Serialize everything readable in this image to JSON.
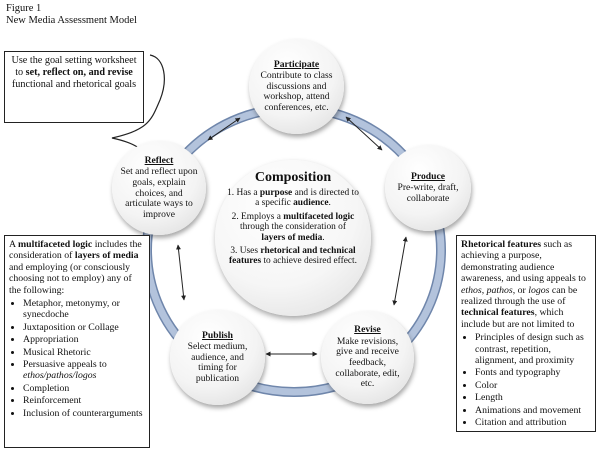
{
  "figure": {
    "label": "Figure 1",
    "title": "New Media Assessment Model"
  },
  "goal_box": {
    "text_parts": [
      {
        "text": "Use the goal setting worksheet to ",
        "bold": false
      },
      {
        "text": "set, reflect on, and revise",
        "bold": true
      },
      {
        "text": " functional and rhetorical goals",
        "bold": false
      }
    ]
  },
  "nodes": {
    "participate": {
      "title": "Participate",
      "text": "Contribute to class discussions and workshop, attend conferences, etc."
    },
    "produce": {
      "title": "Produce",
      "text": "Pre-write, draft, collaborate"
    },
    "revise": {
      "title": "Revise",
      "text": "Make revisions, give and receive feedback, collaborate, edit, etc."
    },
    "publish": {
      "title": "Publish",
      "text": "Select medium, audience, and timing for publication"
    },
    "reflect": {
      "title": "Reflect",
      "text": "Set and reflect upon goals, explain choices, and articulate ways to improve"
    }
  },
  "composition": {
    "title": "Composition",
    "points": [
      [
        {
          "t": "1. Has a ",
          "b": false
        },
        {
          "t": "purpose",
          "b": true
        },
        {
          "t": " and is directed to a specific ",
          "b": false
        },
        {
          "t": "audience",
          "b": true
        },
        {
          "t": ".",
          "b": false
        }
      ],
      [
        {
          "t": "2. Employs a ",
          "b": false
        },
        {
          "t": "multifaceted logic",
          "b": true
        },
        {
          "t": " through the consideration of ",
          "b": false
        },
        {
          "t": "layers of media",
          "b": true
        },
        {
          "t": ".",
          "b": false
        }
      ],
      [
        {
          "t": "3. Uses ",
          "b": false
        },
        {
          "t": "rhetorical and technical features",
          "b": true
        },
        {
          "t": " to achieve desired effect.",
          "b": false
        }
      ]
    ]
  },
  "logic_box": {
    "intro": [
      {
        "t": "A ",
        "b": false,
        "i": false
      },
      {
        "t": "multifaceted logic",
        "b": true,
        "i": false
      },
      {
        "t": " includes the consideration of ",
        "b": false,
        "i": false
      },
      {
        "t": "layers of media",
        "b": true,
        "i": false
      },
      {
        "t": " and employing (or consciously choosing not to employ) any of the following:",
        "b": false,
        "i": false
      }
    ],
    "items": [
      [
        {
          "t": "Metaphor, metonymy, or synecdoche",
          "i": false
        }
      ],
      [
        {
          "t": "Juxtaposition or Collage",
          "i": false
        }
      ],
      [
        {
          "t": "Appropriation",
          "i": false
        }
      ],
      [
        {
          "t": "Musical Rhetoric",
          "i": false
        }
      ],
      [
        {
          "t": "Persuasive appeals to ",
          "i": false
        },
        {
          "t": "ethos/pathos/logos",
          "i": true
        }
      ],
      [
        {
          "t": "Completion",
          "i": false
        }
      ],
      [
        {
          "t": "Reinforcement",
          "i": false
        }
      ],
      [
        {
          "t": "Inclusion of counterarguments",
          "i": false
        }
      ]
    ]
  },
  "features_box": {
    "intro": [
      {
        "t": "Rhetorical features",
        "b": true,
        "i": false
      },
      {
        "t": " such as achieving a purpose, demonstrating audience awareness, and using appeals to ",
        "b": false,
        "i": false
      },
      {
        "t": "ethos",
        "b": false,
        "i": true
      },
      {
        "t": ", ",
        "b": false,
        "i": false
      },
      {
        "t": "pathos",
        "b": false,
        "i": true
      },
      {
        "t": ", or ",
        "b": false,
        "i": false
      },
      {
        "t": "logos",
        "b": false,
        "i": true
      },
      {
        "t": " can be realized through the use of ",
        "b": false,
        "i": false
      },
      {
        "t": "technical features",
        "b": true,
        "i": false
      },
      {
        "t": ", which include but are not limited to",
        "b": false,
        "i": false
      }
    ],
    "items": [
      "Principles of design such as contrast, repetition, alignment, and proximity",
      "Fonts and typography",
      "Color",
      "Length",
      "Animations and movement",
      "Citation and attribution"
    ]
  },
  "colors": {
    "ring": "#9aaecd",
    "ring_edge": "#6f86ab",
    "arrow": "#222222"
  }
}
